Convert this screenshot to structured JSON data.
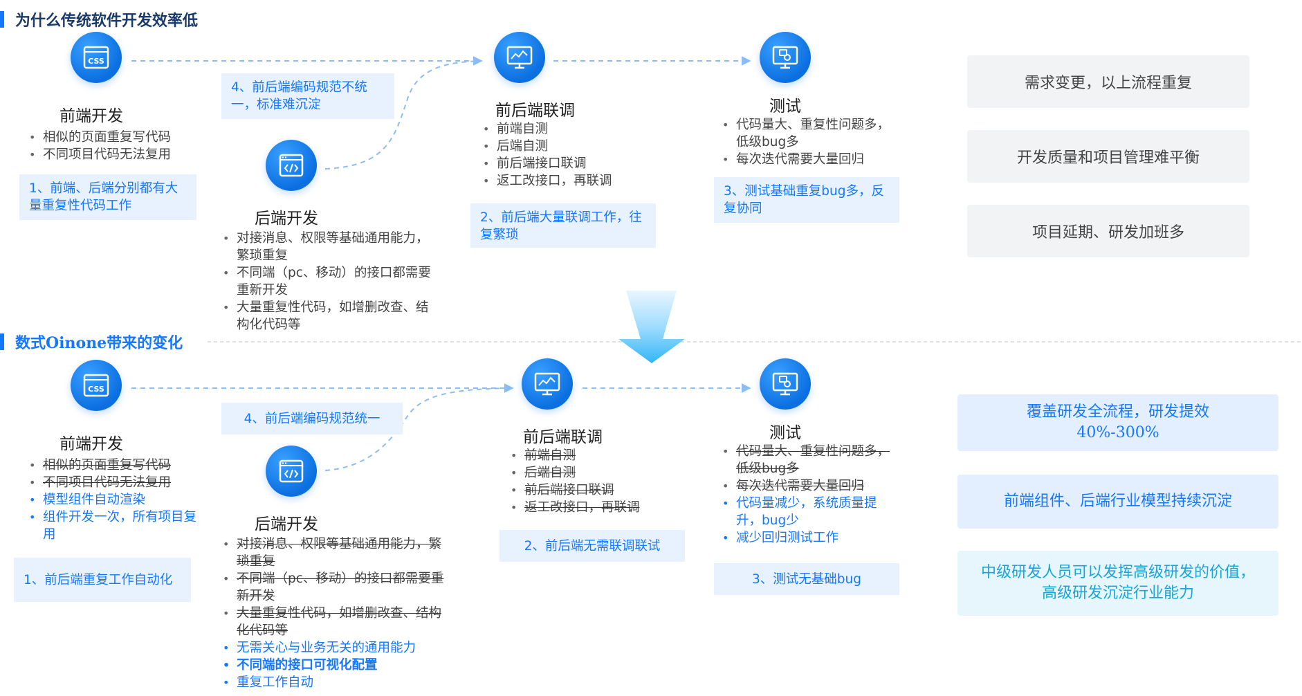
{
  "top": {
    "section_title": "为什么传统软件开发效率低",
    "frontend": {
      "title": "前端开发",
      "items": [
        "相似的页面重复写代码",
        "不同项目代码无法复用"
      ],
      "note": "1、前端、后端分别都有大量重复性代码工作"
    },
    "backend": {
      "title": "后端开发",
      "items": [
        "对接消息、权限等基础通用能力，繁琐重复",
        "不同端（pc、移动）的接口都需要重新开发",
        "大量重复性代码，如增删改查、结构化代码等"
      ]
    },
    "coding_note": "4、前后端编码规范不统一，标准难沉淀",
    "integration": {
      "title": "前后端联调",
      "items": [
        "前端自测",
        "后端自测",
        "前后端接口联调",
        "返工改接口，再联调"
      ],
      "note": "2、前后端大量联调工作，往复繁琐"
    },
    "testing": {
      "title": "测试",
      "items": [
        "代码量大、重复性问题多，低级bug多",
        "每次迭代需要大量回归"
      ],
      "note": "3、测试基础重复bug多，反复协同"
    },
    "cards": [
      "需求变更，以上流程重复",
      "开发质量和项目管理难平衡",
      "项目延期、研发加班多"
    ]
  },
  "bottom": {
    "section_title": "数式Oinone带来的变化",
    "frontend": {
      "title": "前端开发",
      "struck": [
        "相似的页面重复写代码",
        "不同项目代码无法复用"
      ],
      "new": [
        "模型组件自动渲染",
        "组件开发一次，所有项目复用"
      ],
      "note": "1、前后端重复工作自动化"
    },
    "backend": {
      "title": "后端开发",
      "struck": [
        "对接消息、权限等基础通用能力，繁琐重复",
        "不同端（pc、移动）的接口都需要重新开发",
        "大量重复性代码，如增删改查、结构化代码等"
      ],
      "new": [
        "无需关心与业务无关的通用能力",
        "不同端的接口可视化配置",
        "重复工作自动"
      ]
    },
    "coding_note": "4、前后端编码规范统一",
    "integration": {
      "title": "前后端联调",
      "struck": [
        "前端自测",
        "后端自测",
        "前后端接口联调",
        "返工改接口，再联调"
      ],
      "note": "2、前后端无需联调联试"
    },
    "testing": {
      "title": "测试",
      "struck": [
        "代码量大、重复性问题多，低级bug多",
        "每次迭代需要大量回归"
      ],
      "new": [
        "代码量减少，系统质量提升，bug少",
        "减少回归测试工作"
      ],
      "note": "3、测试无基础bug"
    },
    "cards": [
      "覆盖研发全流程，研发提效40%-300%",
      "前端组件、后端行业模型持续沉淀",
      "中级研发人员可以发挥高级研发的价值，高级研发沉淀行业能力"
    ]
  },
  "icons": {
    "frontend": "css-icon",
    "backend": "code-window-icon",
    "integration": "monitor-chart-icon",
    "testing": "monitor-test-icon"
  },
  "colors": {
    "accent": "#1677ff",
    "note_bg": "#e8f2ff",
    "gray_card": "#f2f3f5",
    "card_blue": "#e3efff",
    "card_cyan": "#e6f6fc"
  }
}
